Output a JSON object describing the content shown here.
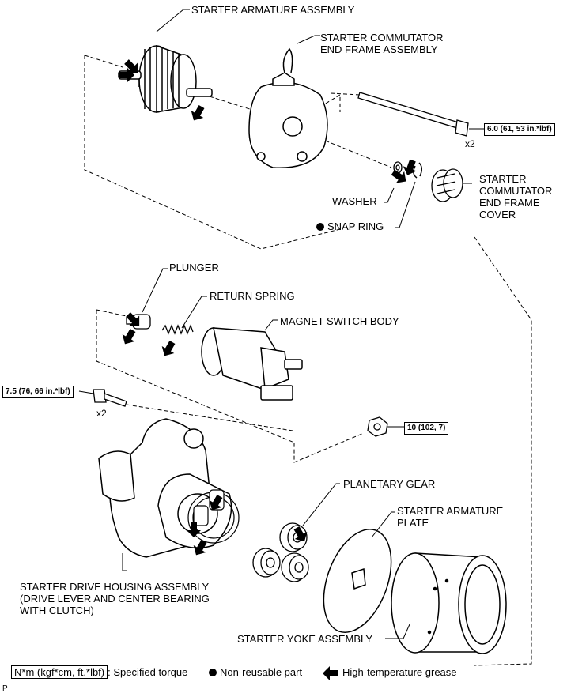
{
  "labels": {
    "starter_armature_assembly": "STARTER ARMATURE ASSEMBLY",
    "commutator_end_frame_assembly": "STARTER COMMUTATOR\nEND FRAME ASSEMBLY",
    "washer": "WASHER",
    "snap_ring": "SNAP RING",
    "commutator_end_frame_cover": "STARTER\nCOMMUTATOR\nEND FRAME\nCOVER",
    "plunger": "PLUNGER",
    "return_spring": "RETURN SPRING",
    "magnet_switch_body": "MAGNET SWITCH BODY",
    "planetary_gear": "PLANETARY GEAR",
    "armature_plate": "STARTER ARMATURE\nPLATE",
    "drive_housing_assembly": "STARTER DRIVE HOUSING ASSEMBLY\n(DRIVE LEVER AND CENTER BEARING\nWITH CLUTCH)",
    "yoke_assembly": "STARTER YOKE ASSEMBLY"
  },
  "torques": {
    "through_bolt": "6.0 (61, 53 in.*lbf)",
    "housing_bolt": "7.5 (76, 66 in.*lbf)",
    "terminal_nut": "10 (102, 7)"
  },
  "quantities": {
    "through_bolt": "x2",
    "housing_bolt": "x2"
  },
  "legend": {
    "torque_units": "N*m (kgf*cm, ft.*lbf)",
    "torque_text": ": Specified torque",
    "non_reusable": "Non-reusable part",
    "grease": "High-temperature grease"
  },
  "footer_code": "P"
}
